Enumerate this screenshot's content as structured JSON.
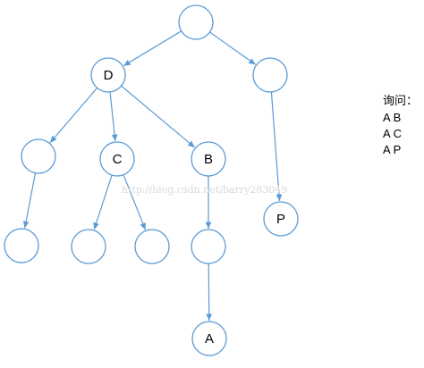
{
  "diagram": {
    "watermark": "http://blog.csdn.net/barry283049",
    "nodes": [
      {
        "id": "root",
        "label": ""
      },
      {
        "id": "D",
        "label": "D"
      },
      {
        "id": "rightTop",
        "label": ""
      },
      {
        "id": "leftMid",
        "label": ""
      },
      {
        "id": "C",
        "label": "C"
      },
      {
        "id": "B",
        "label": "B"
      },
      {
        "id": "P",
        "label": "P"
      },
      {
        "id": "leaf1",
        "label": ""
      },
      {
        "id": "leaf2",
        "label": ""
      },
      {
        "id": "leaf3",
        "label": ""
      },
      {
        "id": "underB",
        "label": ""
      },
      {
        "id": "A",
        "label": "A"
      }
    ],
    "edges": [
      {
        "from": "root",
        "to": "D"
      },
      {
        "from": "root",
        "to": "rightTop"
      },
      {
        "from": "D",
        "to": "leftMid"
      },
      {
        "from": "D",
        "to": "C"
      },
      {
        "from": "D",
        "to": "B"
      },
      {
        "from": "rightTop",
        "to": "P"
      },
      {
        "from": "leftMid",
        "to": "leaf1"
      },
      {
        "from": "C",
        "to": "leaf2"
      },
      {
        "from": "C",
        "to": "leaf3"
      },
      {
        "from": "B",
        "to": "underB"
      },
      {
        "from": "underB",
        "to": "A"
      }
    ]
  },
  "query": {
    "title": "询问：",
    "items": [
      "A B",
      "A C",
      "A P"
    ]
  }
}
